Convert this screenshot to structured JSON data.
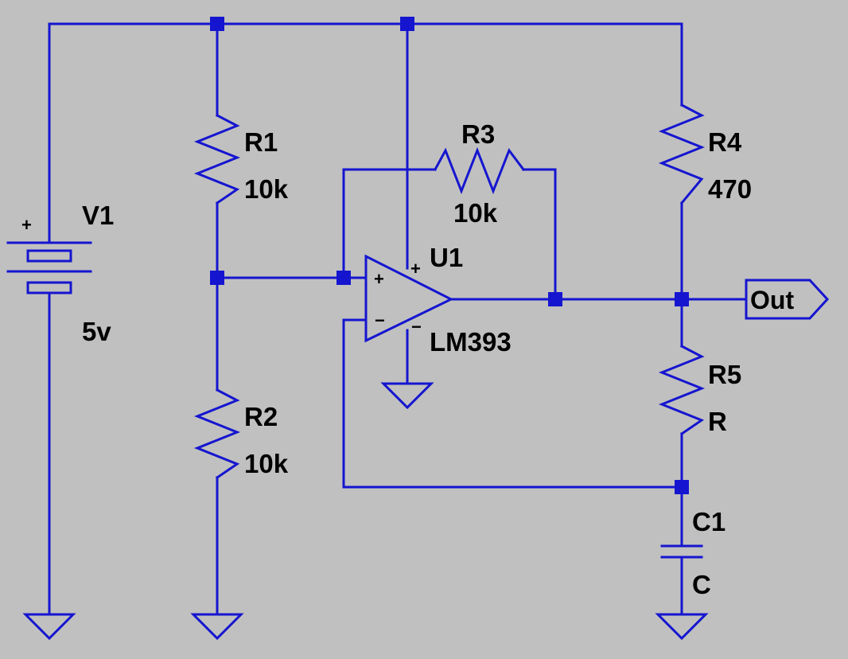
{
  "components": {
    "V1": {
      "ref": "V1",
      "value": "5v",
      "plus": "+"
    },
    "R1": {
      "ref": "R1",
      "value": "10k"
    },
    "R2": {
      "ref": "R2",
      "value": "10k"
    },
    "R3": {
      "ref": "R3",
      "value": "10k"
    },
    "R4": {
      "ref": "R4",
      "value": "470"
    },
    "R5": {
      "ref": "R5",
      "value": "R"
    },
    "C1": {
      "ref": "C1",
      "value": "C"
    },
    "U1": {
      "ref": "U1",
      "value": "LM393",
      "pin_noninv": "+",
      "pin_inv": "−",
      "pin_vcc": "+",
      "pin_vee": "−"
    }
  },
  "ports": {
    "out": {
      "label": "Out"
    }
  },
  "colors": {
    "wire": "#1515d0",
    "background": "#c0c0c0",
    "text": "#000000"
  }
}
